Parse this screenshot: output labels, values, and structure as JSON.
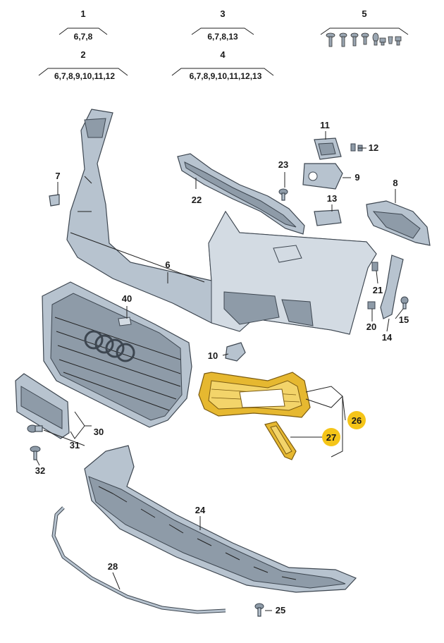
{
  "groups": [
    {
      "id": "1",
      "refs": "6,7,8"
    },
    {
      "id": "2",
      "refs": "6,7,8,9,10,11,12"
    },
    {
      "id": "3",
      "refs": "6,7,8,13"
    },
    {
      "id": "4",
      "refs": "6,7,8,9,10,11,12,13"
    },
    {
      "id": "5",
      "refs": ""
    }
  ],
  "callouts": {
    "c6": "6",
    "c7": "7",
    "c8": "8",
    "c9": "9",
    "c10": "10",
    "c11": "11",
    "c12": "12",
    "c13": "13",
    "c14": "14",
    "c15": "15",
    "c20": "20",
    "c21": "21",
    "c22": "22",
    "c23": "23",
    "c24": "24",
    "c25": "25",
    "c28": "28",
    "c30": "30",
    "c31": "31",
    "c32": "32",
    "c40": "40"
  },
  "highlighted": {
    "c26": "26",
    "c27": "27"
  },
  "colors": {
    "highlight": "#f5c518",
    "part_fill": "#b7c3cf",
    "gold_part": "#e6b830"
  }
}
